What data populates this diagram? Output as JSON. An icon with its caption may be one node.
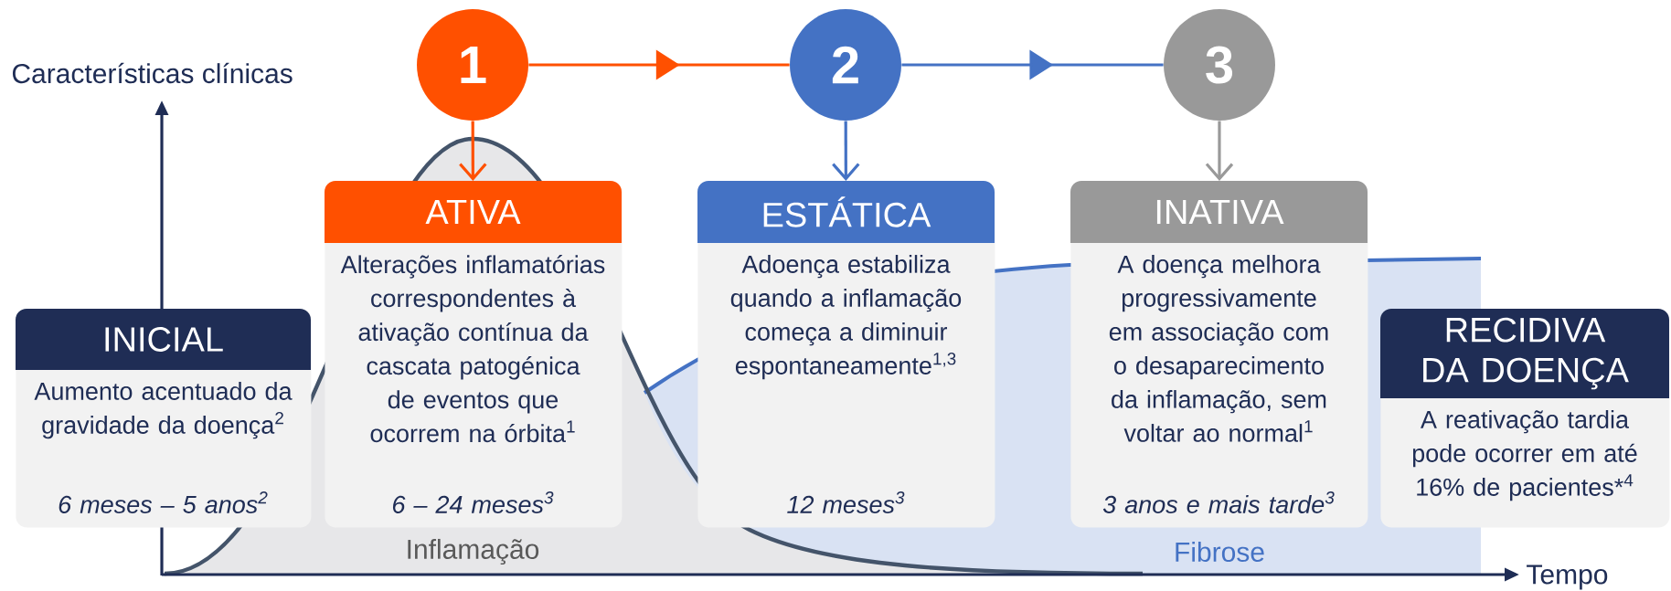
{
  "diagram": {
    "nodes": [
      {
        "text": [
          "1"
        ]
      },
      {
        "text": [
          "2"
        ]
      },
      {
        "text": [
          "3"
        ]
      },
      {
        "text": [
          "INICIAL",
          "Aumento acentuado da gravidade da doença$^{2}$",
          "6 meses – 5 anos$^{2}$"
        ]
      },
      {
        "text": [
          "ATIVA",
          "Alterações inflamatórias correspondentes à ativação contínua da cascata patogénica de eventos que ocorrem na órbita$^{1}$",
          "6 – 24 meses$^{3}$"
        ]
      },
      {
        "text": [
          "ESTÁTICA",
          "Adoença estabiliza quando a inflamação começa a diminuir espontaneamente$^{1,3}$",
          "12 meses$^{3}$"
        ]
      },
      {
        "text": [
          "INATIVA",
          "A doença melhora progressivamente em associação com o desaparecimento da inflamação, sem voltar ao normal$^{1}$",
          "3 anos e mais tarde$^{3}$"
        ]
      },
      {
        "text": [
          "RECIDIVA DA DOENÇA",
          "A reativação tardia pode ocorrer em até 16% de pacientes*$^{4}$"
        ]
      }
    ],
    "edges": [
      {
        "from": 0,
        "to": 1,
        "arrow": "to",
        "color": "#ff5000"
      },
      {
        "from": 1,
        "to": 2,
        "arrow": "to",
        "color": "#4472c4"
      },
      {
        "from": 0,
        "to": 4,
        "arrow": "to",
        "color": "#ff5000"
      },
      {
        "from": 1,
        "to": 5,
        "arrow": "to",
        "color": "#4472c4"
      },
      {
        "from": 2,
        "to": 6,
        "arrow": "to",
        "color": "#999999"
      }
    ],
    "labels": [
      "Características clínicas",
      "Inflamação",
      "Fibrose",
      "Tempo"
    ]
  }
}
